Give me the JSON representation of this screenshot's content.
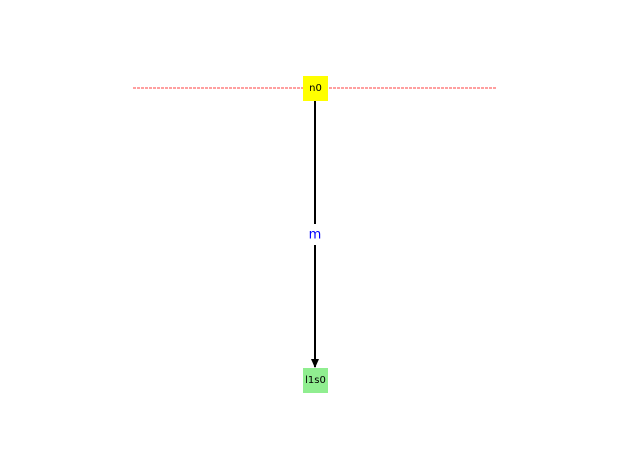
{
  "diagram": {
    "guide_line_color": "#ff0000",
    "nodes": [
      {
        "id": "n0",
        "label": "n0",
        "fill": "#ffff00"
      },
      {
        "id": "l1s0",
        "label": "l1s0",
        "fill": "#90ee90"
      }
    ],
    "edges": [
      {
        "from": "n0",
        "to": "l1s0",
        "label": "m",
        "color": "#000000",
        "label_color": "#0000ff"
      }
    ]
  }
}
